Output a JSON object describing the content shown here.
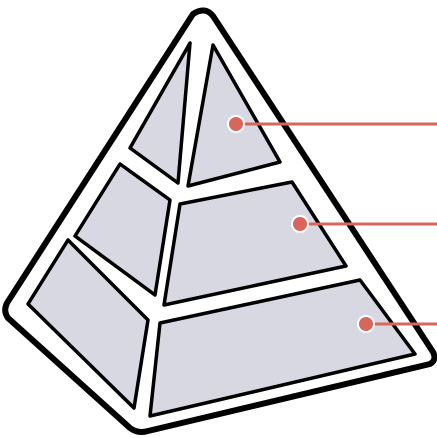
{
  "diagram": {
    "type": "3d-pyramid-infographic",
    "levels": 3,
    "faces_per_level": 2,
    "callout_count": 3,
    "colors": {
      "background": "#ffffff",
      "outline": "#000000",
      "face_fill": "#d8d8e2",
      "callout": "#d9665b"
    }
  }
}
